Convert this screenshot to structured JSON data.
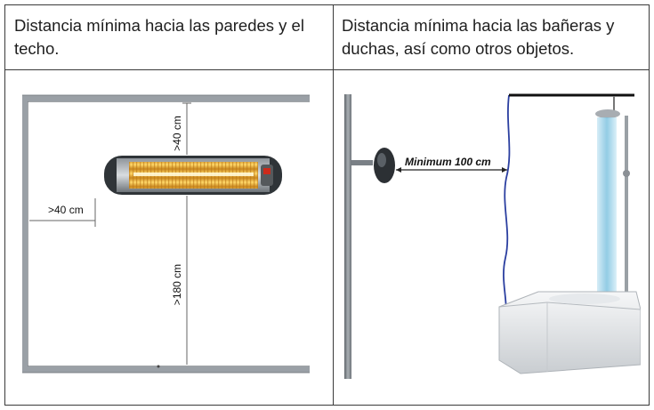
{
  "headers": {
    "left": "Distancia mínima hacia las paredes y el techo.",
    "right": "Distancia mínima hacia las bañeras y duchas, así como otros objetos."
  },
  "wall_diagram": {
    "top_distance": ">40 cm",
    "side_distance": ">40 cm",
    "floor_distance": ">180 cm"
  },
  "bath_diagram": {
    "min_distance": "Minimum 100 cm"
  }
}
